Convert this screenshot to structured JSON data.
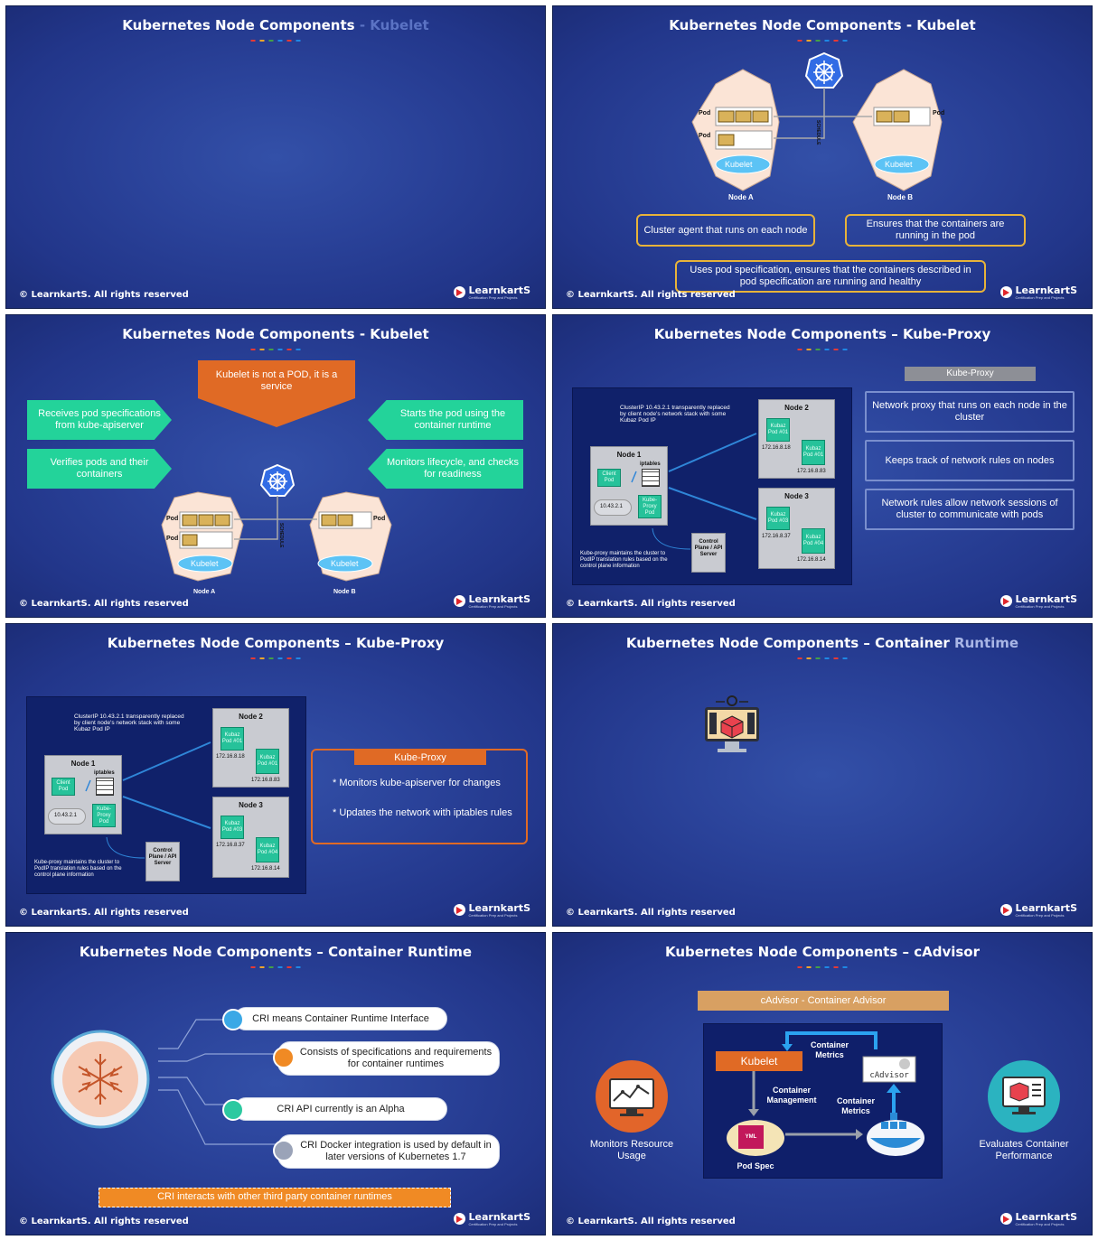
{
  "common": {
    "copyright": "© LearnkartS. All rights reserved",
    "brand_name": "LearnkartS",
    "brand_tagline": "Certification Prep and Projects",
    "dot_colors": [
      "#e53935",
      "#f4a62a",
      "#43a047",
      "#1e88e5",
      "#e53935",
      "#1e88e5"
    ]
  },
  "slide1": {
    "title_main": "Kubernetes Node Components",
    "title_faded": " - Kubelet"
  },
  "slide2": {
    "title": "Kubernetes Node Components - Kubelet",
    "pod_label": "Pod",
    "kubelet_label": "Kubelet",
    "schedule_label": "SCHEDULE",
    "node_a": "Node A",
    "node_b": "Node B",
    "box1": "Cluster agent that runs on each node",
    "box2": "Ensures that the containers are running in the pod",
    "box3": "Uses pod specification, ensures that the containers described in pod specification are running and healthy"
  },
  "slide3": {
    "title": "Kubernetes Node Components - Kubelet",
    "banner": "Kubelet is not a POD, it is a service",
    "left1": "Receives pod specifications from kube-apiserver",
    "left2": "Verifies pods and their containers",
    "right1": "Starts the pod using the container runtime",
    "right2": "Monitors lifecycle, and checks for readiness",
    "pod_label": "Pod",
    "kubelet_label": "Kubelet",
    "schedule_label": "SCHEDULE",
    "node_a": "Node A",
    "node_b": "Node B"
  },
  "slide4": {
    "title": "Kubernetes Node Components – Kube-Proxy",
    "header": "Kube-Proxy",
    "box1": "Network proxy that runs on each node in the cluster",
    "box2": "Keeps track of network rules on nodes",
    "box3": "Network rules allow network sessions of cluster to communicate with pods"
  },
  "diagram": {
    "clusterip_note": "ClusterIP 10.43.2.1 transparently replaced by client node's network stack with some Kubaz Pod IP",
    "node1": "Node 1",
    "node2": "Node 2",
    "node3": "Node 3",
    "client_pod": "Client Pod",
    "iptables": "iptables",
    "kube_proxy_pod": "Kube-Proxy Pod",
    "cluster_ip": "10.43.2.1",
    "pod01a": "Kubaz Pod #01",
    "pod01b": "Kubaz Pod #01",
    "pod03": "Kubaz Pod #03",
    "pod04": "Kubaz Pod #04",
    "ip1": "172.16.8.18",
    "ip2": "172.16.8.83",
    "ip3": "172.16.8.37",
    "ip4": "172.16.8.14",
    "control_plane": "Control Plane / API Server",
    "note": "Kube-proxy maintains the cluster to PodIP translation rules based on the control plane information"
  },
  "slide5": {
    "title": "Kubernetes Node Components – Kube-Proxy",
    "header": "Kube-Proxy",
    "bullet1": "Monitors kube-apiserver for changes",
    "bullet2": "Updates the network with iptables rules"
  },
  "slide6": {
    "title_main": "Kubernetes Node Components – Container",
    "title_faded": " Runtime"
  },
  "slide7": {
    "title": "Kubernetes Node Components – Container Runtime",
    "item1": "CRI means Container Runtime Interface",
    "item2": "Consists of specifications and requirements for container runtimes",
    "item3": "CRI API  currently is an Alpha",
    "item4": "CRI Docker integration is used by default in later versions of Kubernetes 1.7",
    "footer": "CRI interacts with other third party container runtimes",
    "item_colors": [
      "#3aa8e6",
      "#f08a24",
      "#2cc9a0",
      "#9aa3b8"
    ]
  },
  "slide8": {
    "title": "Kubernetes Node Components – cAdvisor",
    "header": "cAdvisor - Container Advisor",
    "left_label": "Monitors Resource Usage",
    "right_label": "Evaluates Container Performance",
    "kubelet": "Kubelet",
    "container_metrics_top": "Container Metrics",
    "container_management": "Container Management",
    "container_metrics_right": "Container Metrics",
    "cadvisor": "cAdvisor",
    "yml": "YML",
    "pod_spec": "Pod Spec"
  }
}
